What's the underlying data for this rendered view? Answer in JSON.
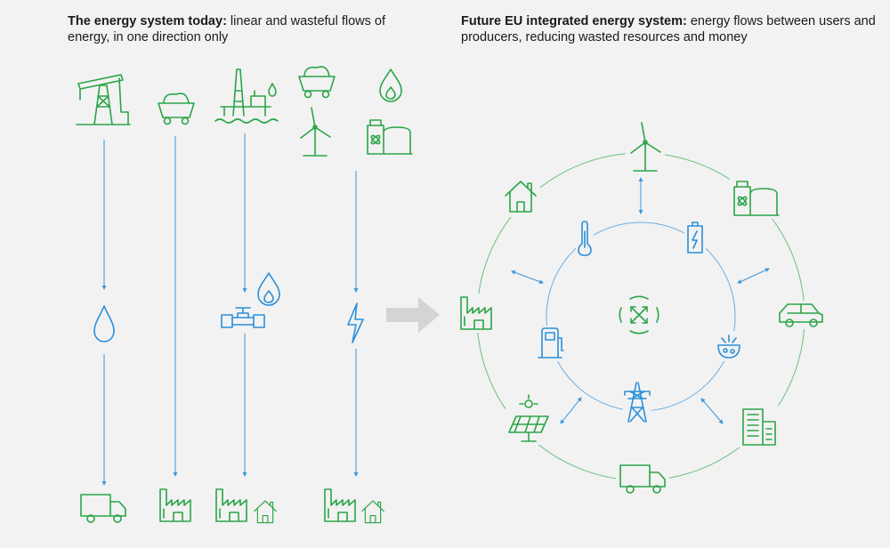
{
  "left_heading": {
    "bold": "The energy system today:",
    "rest": " linear and wasteful flows of energy, in one direction only"
  },
  "right_heading": {
    "bold": "Future EU integrated energy system:",
    "rest": " energy flows between users and producers, reducing wasted resources and money"
  },
  "colors": {
    "green": "#2aa447",
    "blue": "#2b8fd9",
    "background": "#f2f2f2",
    "arrow": "#d4d4d4"
  },
  "icons": {
    "left_sources": [
      "oil-pump-icon",
      "coal-cart-icon",
      "oil-rig-icon",
      "coal-cart-icon",
      "flame-icon",
      "wind-turbine-icon",
      "nuclear-plant-icon"
    ],
    "left_carriers": [
      "oil-drop-icon",
      "gas-valve-icon",
      "lightning-icon"
    ],
    "left_consumers": [
      "truck-icon",
      "factory-icon",
      "factory-icon",
      "house-icon",
      "factory-icon",
      "house-icon"
    ],
    "outer_ring": [
      "wind-turbine-icon",
      "nuclear-plant-icon",
      "car-icon",
      "office-building-icon",
      "truck-icon",
      "solar-panel-icon",
      "factory-icon",
      "house-icon"
    ],
    "inner_ring": [
      "battery-icon",
      "bio-waste-icon",
      "pylon-icon",
      "charging-station-icon",
      "thermometer-icon"
    ],
    "center": "circular-flow-icon"
  }
}
